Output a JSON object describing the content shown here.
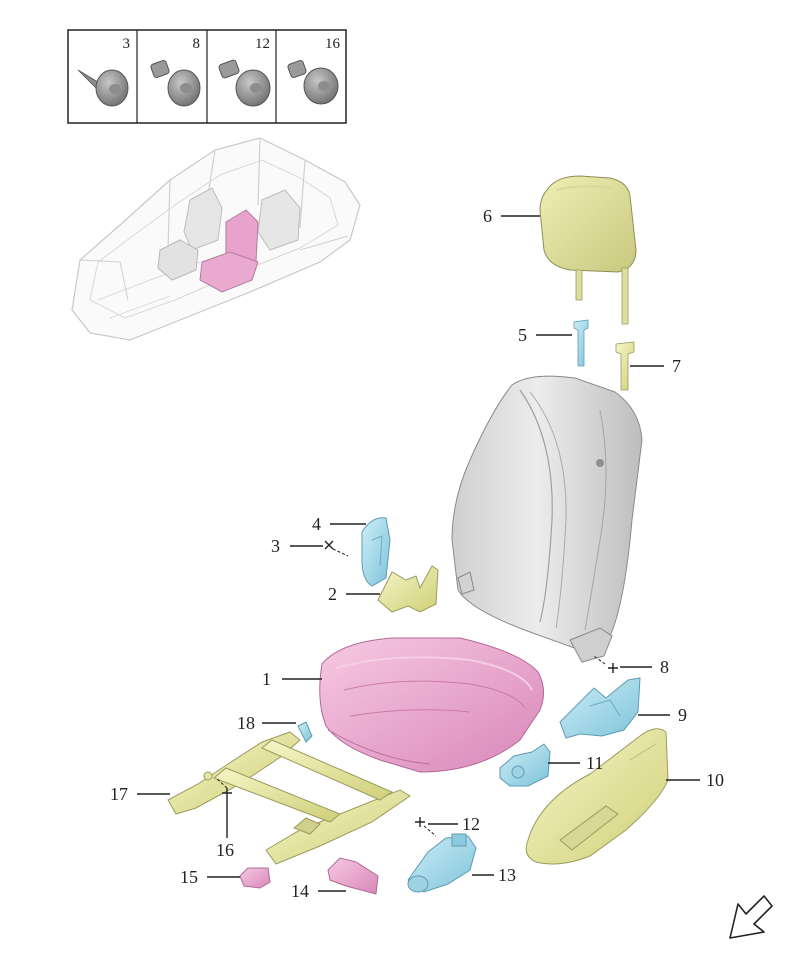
{
  "fastener_table": [
    {
      "label": "3"
    },
    {
      "label": "8"
    },
    {
      "label": "12"
    },
    {
      "label": "16"
    }
  ],
  "callouts": [
    {
      "id": "1",
      "label": "1",
      "part": "seat-cushion",
      "color": "#e9a9cf"
    },
    {
      "id": "2",
      "label": "2",
      "part": "cushion-side-bracket",
      "color": "#ecec9a"
    },
    {
      "id": "3",
      "label": "3",
      "part": "screw",
      "color": "#222222"
    },
    {
      "id": "4",
      "label": "4",
      "part": "trim-cover-bracket",
      "color": "#a8dceb"
    },
    {
      "id": "5",
      "label": "5",
      "part": "headrest-guide-left",
      "color": "#a8dceb"
    },
    {
      "id": "6",
      "label": "6",
      "part": "headrest",
      "color": "#e4e49a"
    },
    {
      "id": "7",
      "label": "7",
      "part": "headrest-guide-right",
      "color": "#ecec9a"
    },
    {
      "id": "8",
      "label": "8",
      "part": "screw",
      "color": "#222222"
    },
    {
      "id": "9",
      "label": "9",
      "part": "side-bracket",
      "color": "#a8dceb"
    },
    {
      "id": "10",
      "label": "10",
      "part": "side-trim-panel",
      "color": "#ecec9a"
    },
    {
      "id": "11",
      "label": "11",
      "part": "motor-small",
      "color": "#a8dceb"
    },
    {
      "id": "12",
      "label": "12",
      "part": "screw",
      "color": "#222222"
    },
    {
      "id": "13",
      "label": "13",
      "part": "motor",
      "color": "#a8dceb"
    },
    {
      "id": "14",
      "label": "14",
      "part": "connector-bracket",
      "color": "#e9a9cf"
    },
    {
      "id": "15",
      "label": "15",
      "part": "clip",
      "color": "#e9a9cf"
    },
    {
      "id": "16",
      "label": "16",
      "part": "screw",
      "color": "#222222"
    },
    {
      "id": "17",
      "label": "17",
      "part": "seat-frame",
      "color": "#ecec9a"
    },
    {
      "id": "18",
      "label": "18",
      "part": "clip",
      "color": "#a8dceb"
    }
  ],
  "colors": {
    "yellow": "#ecec9a",
    "blue": "#a8dceb",
    "pink": "#e9a9cf",
    "grey": "#d6d6d6",
    "line": "#222222"
  }
}
